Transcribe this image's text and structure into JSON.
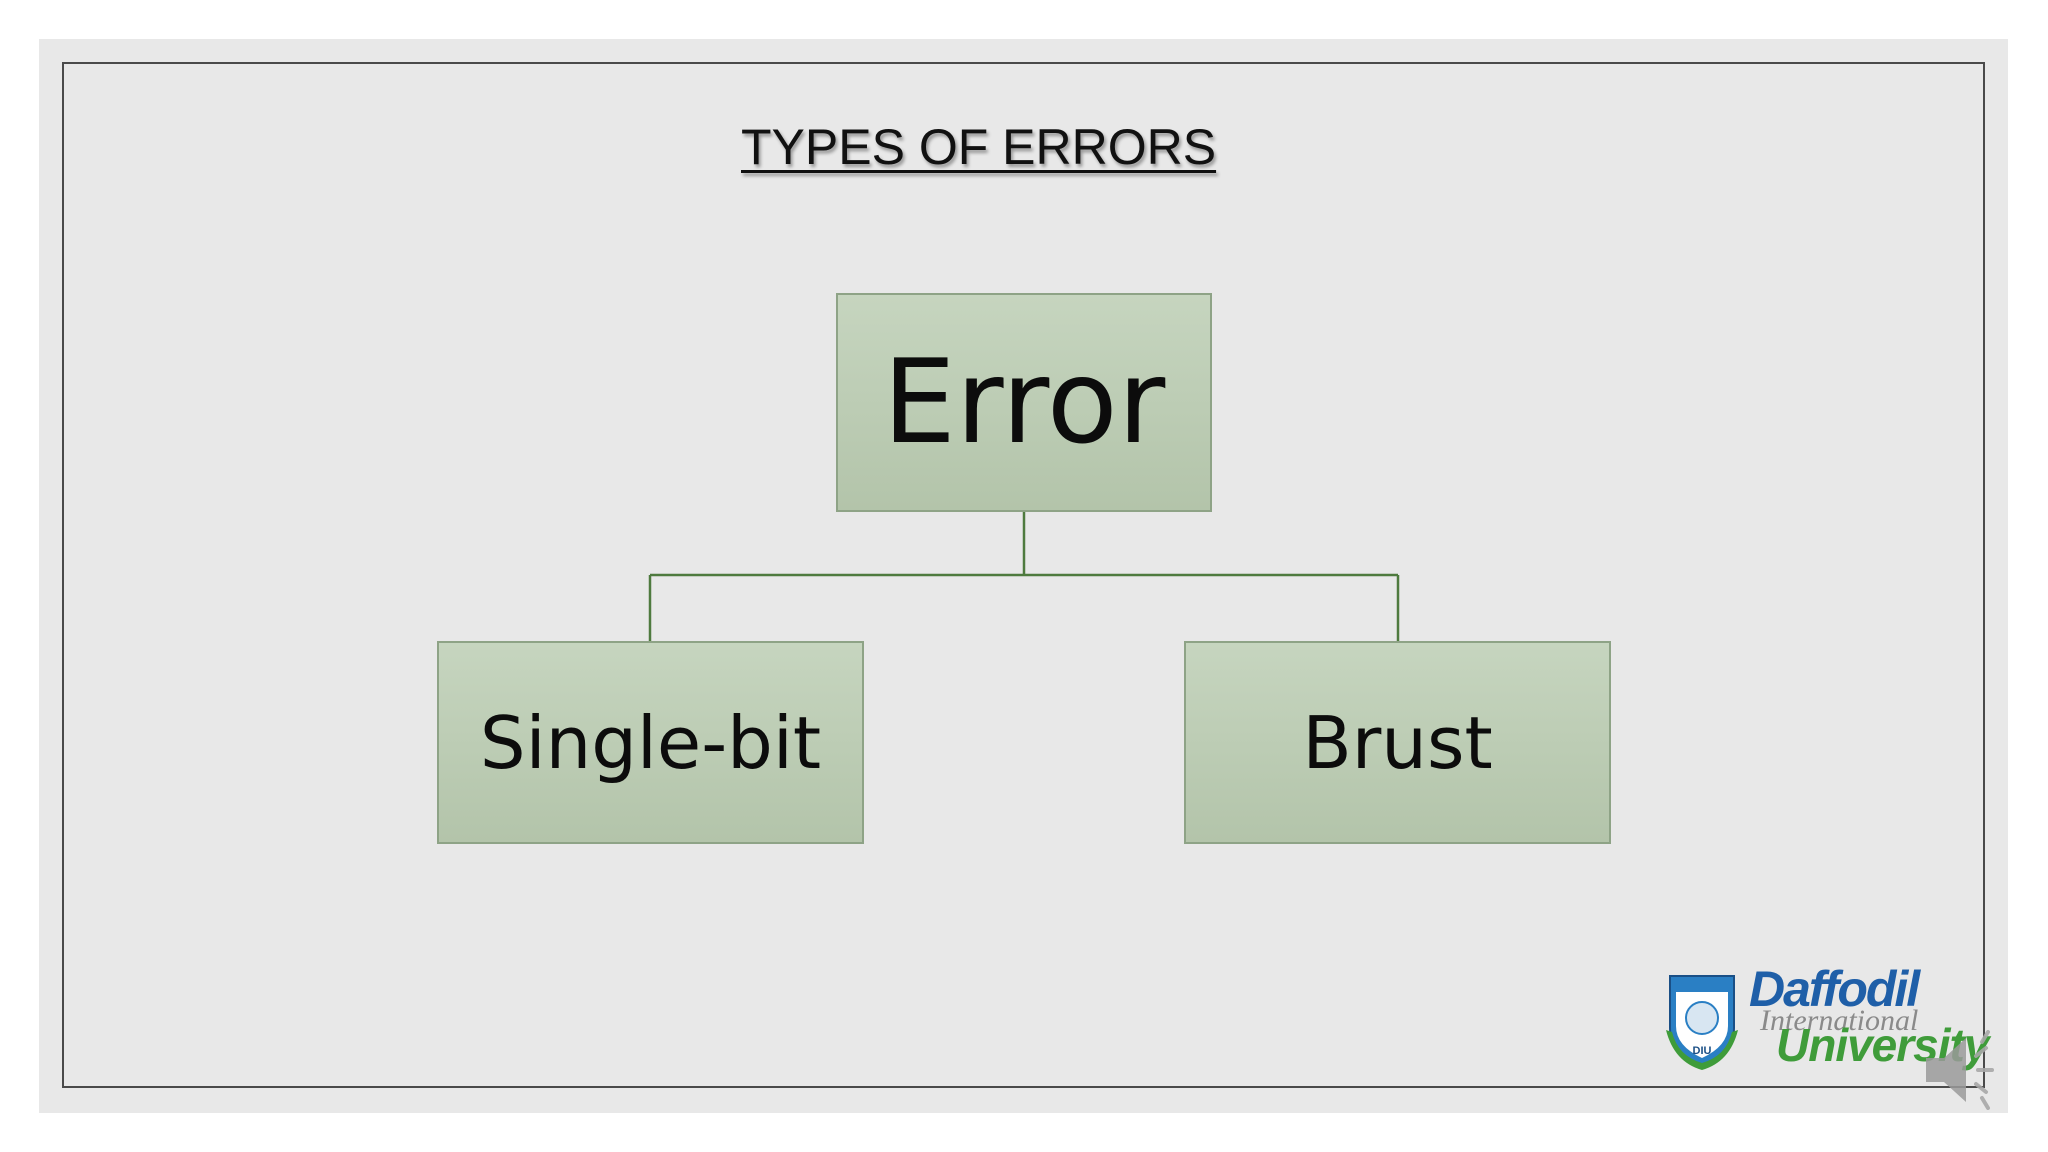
{
  "slide": {
    "title": "TYPES OF ERRORS"
  },
  "diagram": {
    "root": {
      "label": "Error"
    },
    "children": [
      {
        "label": "Single-bit"
      },
      {
        "label": "Brust"
      }
    ]
  },
  "logo": {
    "line1": "Daffodil",
    "line2": "International",
    "line3": "University",
    "shield_text": "DIU"
  },
  "icons": {
    "logo": "university-shield-icon",
    "audio": "speaker-icon"
  },
  "colors": {
    "slide_background": "#e8e8e8",
    "node_fill": "#bccdb4",
    "node_border": "#8ea386",
    "connector": "#4e7a3e",
    "logo_blue": "#1f5fa8",
    "logo_green": "#3f9c3a"
  }
}
